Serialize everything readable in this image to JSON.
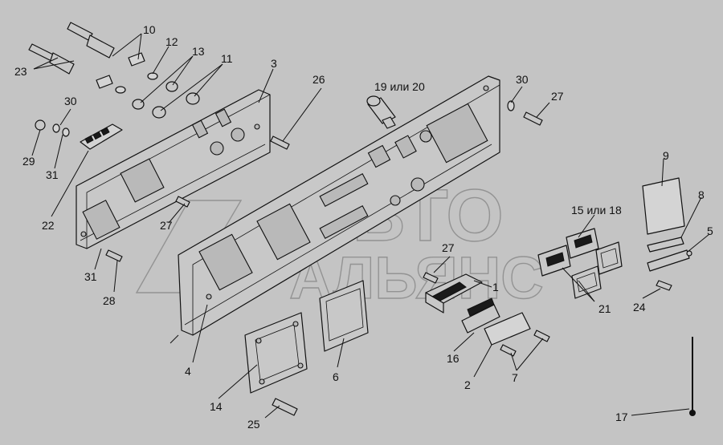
{
  "watermark": {
    "line1": "АВТО",
    "line2": "АЛЬЯНС"
  },
  "callouts": [
    {
      "id": "c10",
      "text": "10"
    },
    {
      "id": "c12",
      "text": "12"
    },
    {
      "id": "c13",
      "text": "13"
    },
    {
      "id": "c11",
      "text": "11"
    },
    {
      "id": "c23",
      "text": "23"
    },
    {
      "id": "c3",
      "text": "3"
    },
    {
      "id": "c26",
      "text": "26"
    },
    {
      "id": "c30a",
      "text": "30"
    },
    {
      "id": "c29",
      "text": "29"
    },
    {
      "id": "c31a",
      "text": "31"
    },
    {
      "id": "c22",
      "text": "22"
    },
    {
      "id": "c27a",
      "text": "27"
    },
    {
      "id": "c31b",
      "text": "31"
    },
    {
      "id": "c28",
      "text": "28"
    },
    {
      "id": "c4",
      "text": "4"
    },
    {
      "id": "c14",
      "text": "14"
    },
    {
      "id": "c25",
      "text": "25"
    },
    {
      "id": "c6",
      "text": "6"
    },
    {
      "id": "c19",
      "text": "19 или 20"
    },
    {
      "id": "c30b",
      "text": "30"
    },
    {
      "id": "c27b",
      "text": "27"
    },
    {
      "id": "c9",
      "text": "9"
    },
    {
      "id": "c8",
      "text": "8"
    },
    {
      "id": "c15",
      "text": "15 или 18"
    },
    {
      "id": "c5",
      "text": "5"
    },
    {
      "id": "c27c",
      "text": "27"
    },
    {
      "id": "c1",
      "text": "1"
    },
    {
      "id": "c21",
      "text": "21"
    },
    {
      "id": "c24",
      "text": "24"
    },
    {
      "id": "c16",
      "text": "16"
    },
    {
      "id": "c2",
      "text": "2"
    },
    {
      "id": "c7",
      "text": "7"
    },
    {
      "id": "c17",
      "text": "17"
    }
  ]
}
